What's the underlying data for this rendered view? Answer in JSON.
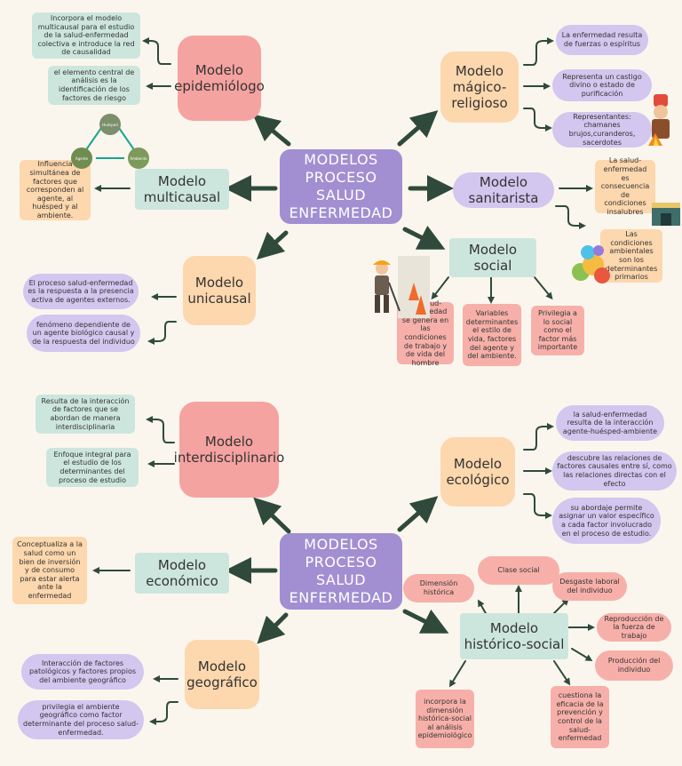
{
  "top": {
    "center": "MODELOS PROCESO SALUD ENFERMEDAD",
    "epidemiologo": {
      "title": "Modelo epidemiólogo",
      "leaves": [
        "Incorpora el modelo multicausal para el estudio de la salud-enfermedad colectiva e introduce la red de causalidad",
        "el elemento central de análisis es la identificación de los factores de riesgo"
      ]
    },
    "magico": {
      "title": "Modelo mágico-religioso",
      "leaves": [
        "La enfermedad resulta de fuerzas o espíritus",
        "Representa un castigo divino o estado de purificación",
        "Representantes: chamanes brujos,curanderos, sacerdotes"
      ]
    },
    "multicausal": {
      "title": "Modelo multicausal",
      "leaves": [
        "Influencia simultánea de factores que corresponden al agente, al huésped y al ambiente."
      ],
      "triad": [
        "Huésped",
        "Agente",
        "Ambiente"
      ]
    },
    "sanitarista": {
      "title": "Modelo sanitarista",
      "leaves": [
        "La salud-enfermedad es consecuencia de condiciones insalubres",
        "Las condiciones ambientales son los determinantes primarios"
      ]
    },
    "social": {
      "title": "Modelo social",
      "leaves": [
        "La salud-enfermedad se genera en las condiciones de trabajo y de vida del hombre",
        "Variables determinantes el estilo de vida, factores del agente y del ambiente.",
        "Privilegia a lo social como el factor más importante"
      ]
    },
    "unicausal": {
      "title": "Modelo unicausal",
      "leaves": [
        "El proceso salud-enfermedad es la respuesta a la presencia activa de agentes externos.",
        "fenómeno dependiente de un agente biológico causal y de la respuesta del individuo"
      ]
    }
  },
  "bottom": {
    "center": "MODELOS PROCESO SALUD ENFERMEDAD",
    "interdisciplinario": {
      "title": "Modelo interdisciplinario",
      "leaves": [
        "Resulta de la interacción de factores que se abordan de manera interdisciplinaria",
        "Enfoque integral para el estudio de los determinantes del proceso de estudio"
      ]
    },
    "ecologico": {
      "title": "Modelo ecológico",
      "leaves": [
        "la salud-enfermedad resulta de la interacción agente-huésped-ambiente",
        "descubre las relaciones de factores causales entre sí, como las relaciones directas con el efecto",
        "su abordaje permite asignar un valor específico a cada factor involucrado en el proceso de estudio."
      ]
    },
    "economico": {
      "title": "Modelo económico",
      "leaves": [
        "Conceptualiza a la salud como un bien de inversión y de consumo para estar alerta ante la enfermedad"
      ]
    },
    "historico": {
      "title": "Modelo histórico-social",
      "leaves": [
        "Dimensión histórica",
        "Clase social",
        "Desgaste laboral del individuo",
        "Reproducción de la fuerza de trabajo",
        "Producción del individuo",
        "incorpora la dimensión histórica-social al análisis epidemiológico",
        "cuestiona la eficacia de la prevención y control de la salud-enfermedad"
      ]
    },
    "geografico": {
      "title": "Modelo geográfico",
      "leaves": [
        "Interacción de factores patológicos y factores propios del ambiente geográfico",
        "privilegia el ambiente geográfico como factor determinante del proceso salud-enfermedad."
      ]
    }
  },
  "colors": {
    "center": "#a18fd2",
    "pink": "#f5a3a0",
    "peach": "#fdd7ad",
    "mint": "#cde6dd",
    "lavender": "#d3c6ef",
    "salmon": "#f7b0a9",
    "arrow": "#2f4a3a"
  }
}
